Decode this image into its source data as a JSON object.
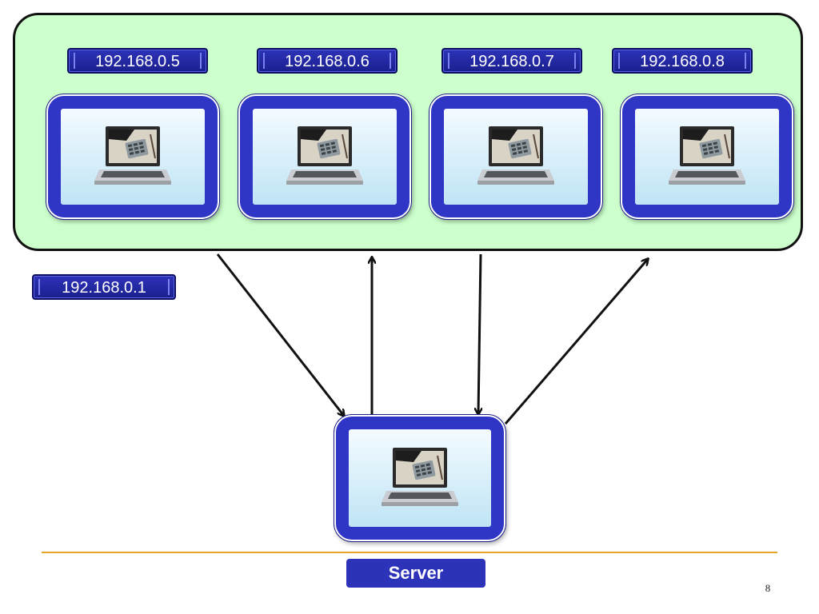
{
  "clients": [
    {
      "ip": "192.168.0.5",
      "icon": "laptop-icon"
    },
    {
      "ip": "192.168.0.6",
      "icon": "laptop-icon"
    },
    {
      "ip": "192.168.0.7",
      "icon": "laptop-icon"
    },
    {
      "ip": "192.168.0.8",
      "icon": "laptop-icon"
    }
  ],
  "router": {
    "ip": "192.168.0.1"
  },
  "server": {
    "label": "Server",
    "icon": "laptop-icon"
  },
  "connections": [
    {
      "from": "192.168.0.5",
      "to": "Server"
    },
    {
      "from": "Server",
      "to": "192.168.0.6"
    },
    {
      "from": "192.168.0.7",
      "to": "Server"
    },
    {
      "from": "Server",
      "to": "192.168.0.8"
    }
  ],
  "page_number": "8",
  "colors": {
    "cluster_fill": "#ccffcc",
    "node_frame": "#2f35c4",
    "label_fill": "#2d33b8",
    "footer_line": "#e6a42b"
  }
}
